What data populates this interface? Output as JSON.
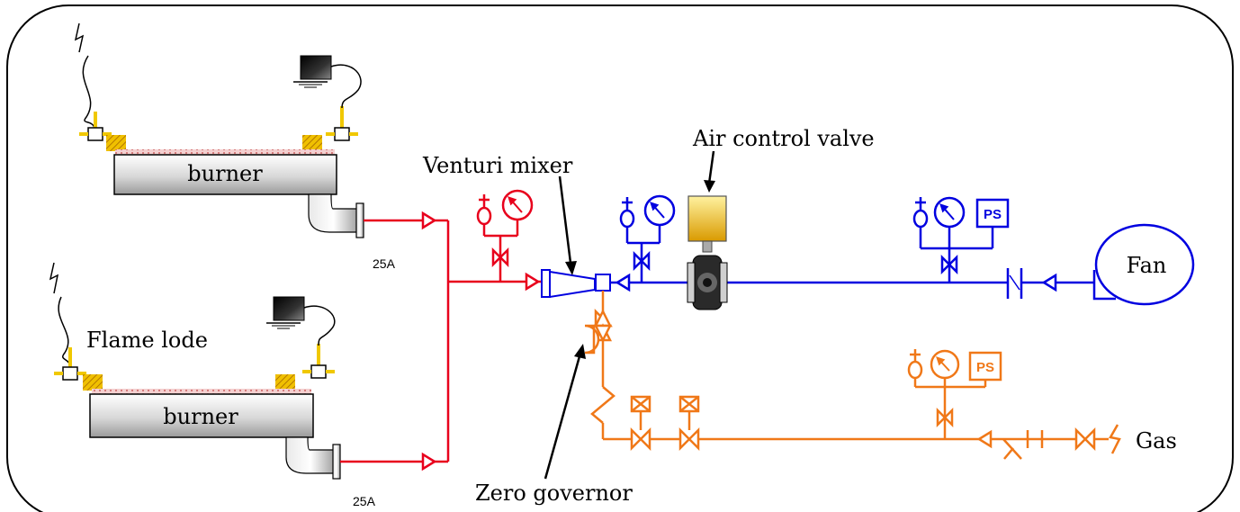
{
  "labels": {
    "burner_top": "burner",
    "burner_bottom": "burner",
    "size_top": "25A",
    "size_bottom": "25A",
    "venturi_mixer": "Venturi mixer",
    "air_control_valve": "Air control valve",
    "flame_lode": "Flame lode",
    "fan": "Fan",
    "gas": "Gas",
    "zero_governor": "Zero governor",
    "ps_air": "PS",
    "ps_gas": "PS"
  },
  "colors": {
    "mixture_line": "#e8001c",
    "air_line": "#0000e0",
    "gas_line": "#f07818",
    "electrode": "#f0c800",
    "actuator_fill": "#f0c020",
    "frame": "#000000"
  },
  "icons": {
    "spark": "lightning-zigzag",
    "flame_sensor": "black-monitor-box",
    "gauge": "pressure-gauge-with-needle",
    "valve": "bowtie-gate-valve",
    "check": "flow-direction-triangle"
  }
}
